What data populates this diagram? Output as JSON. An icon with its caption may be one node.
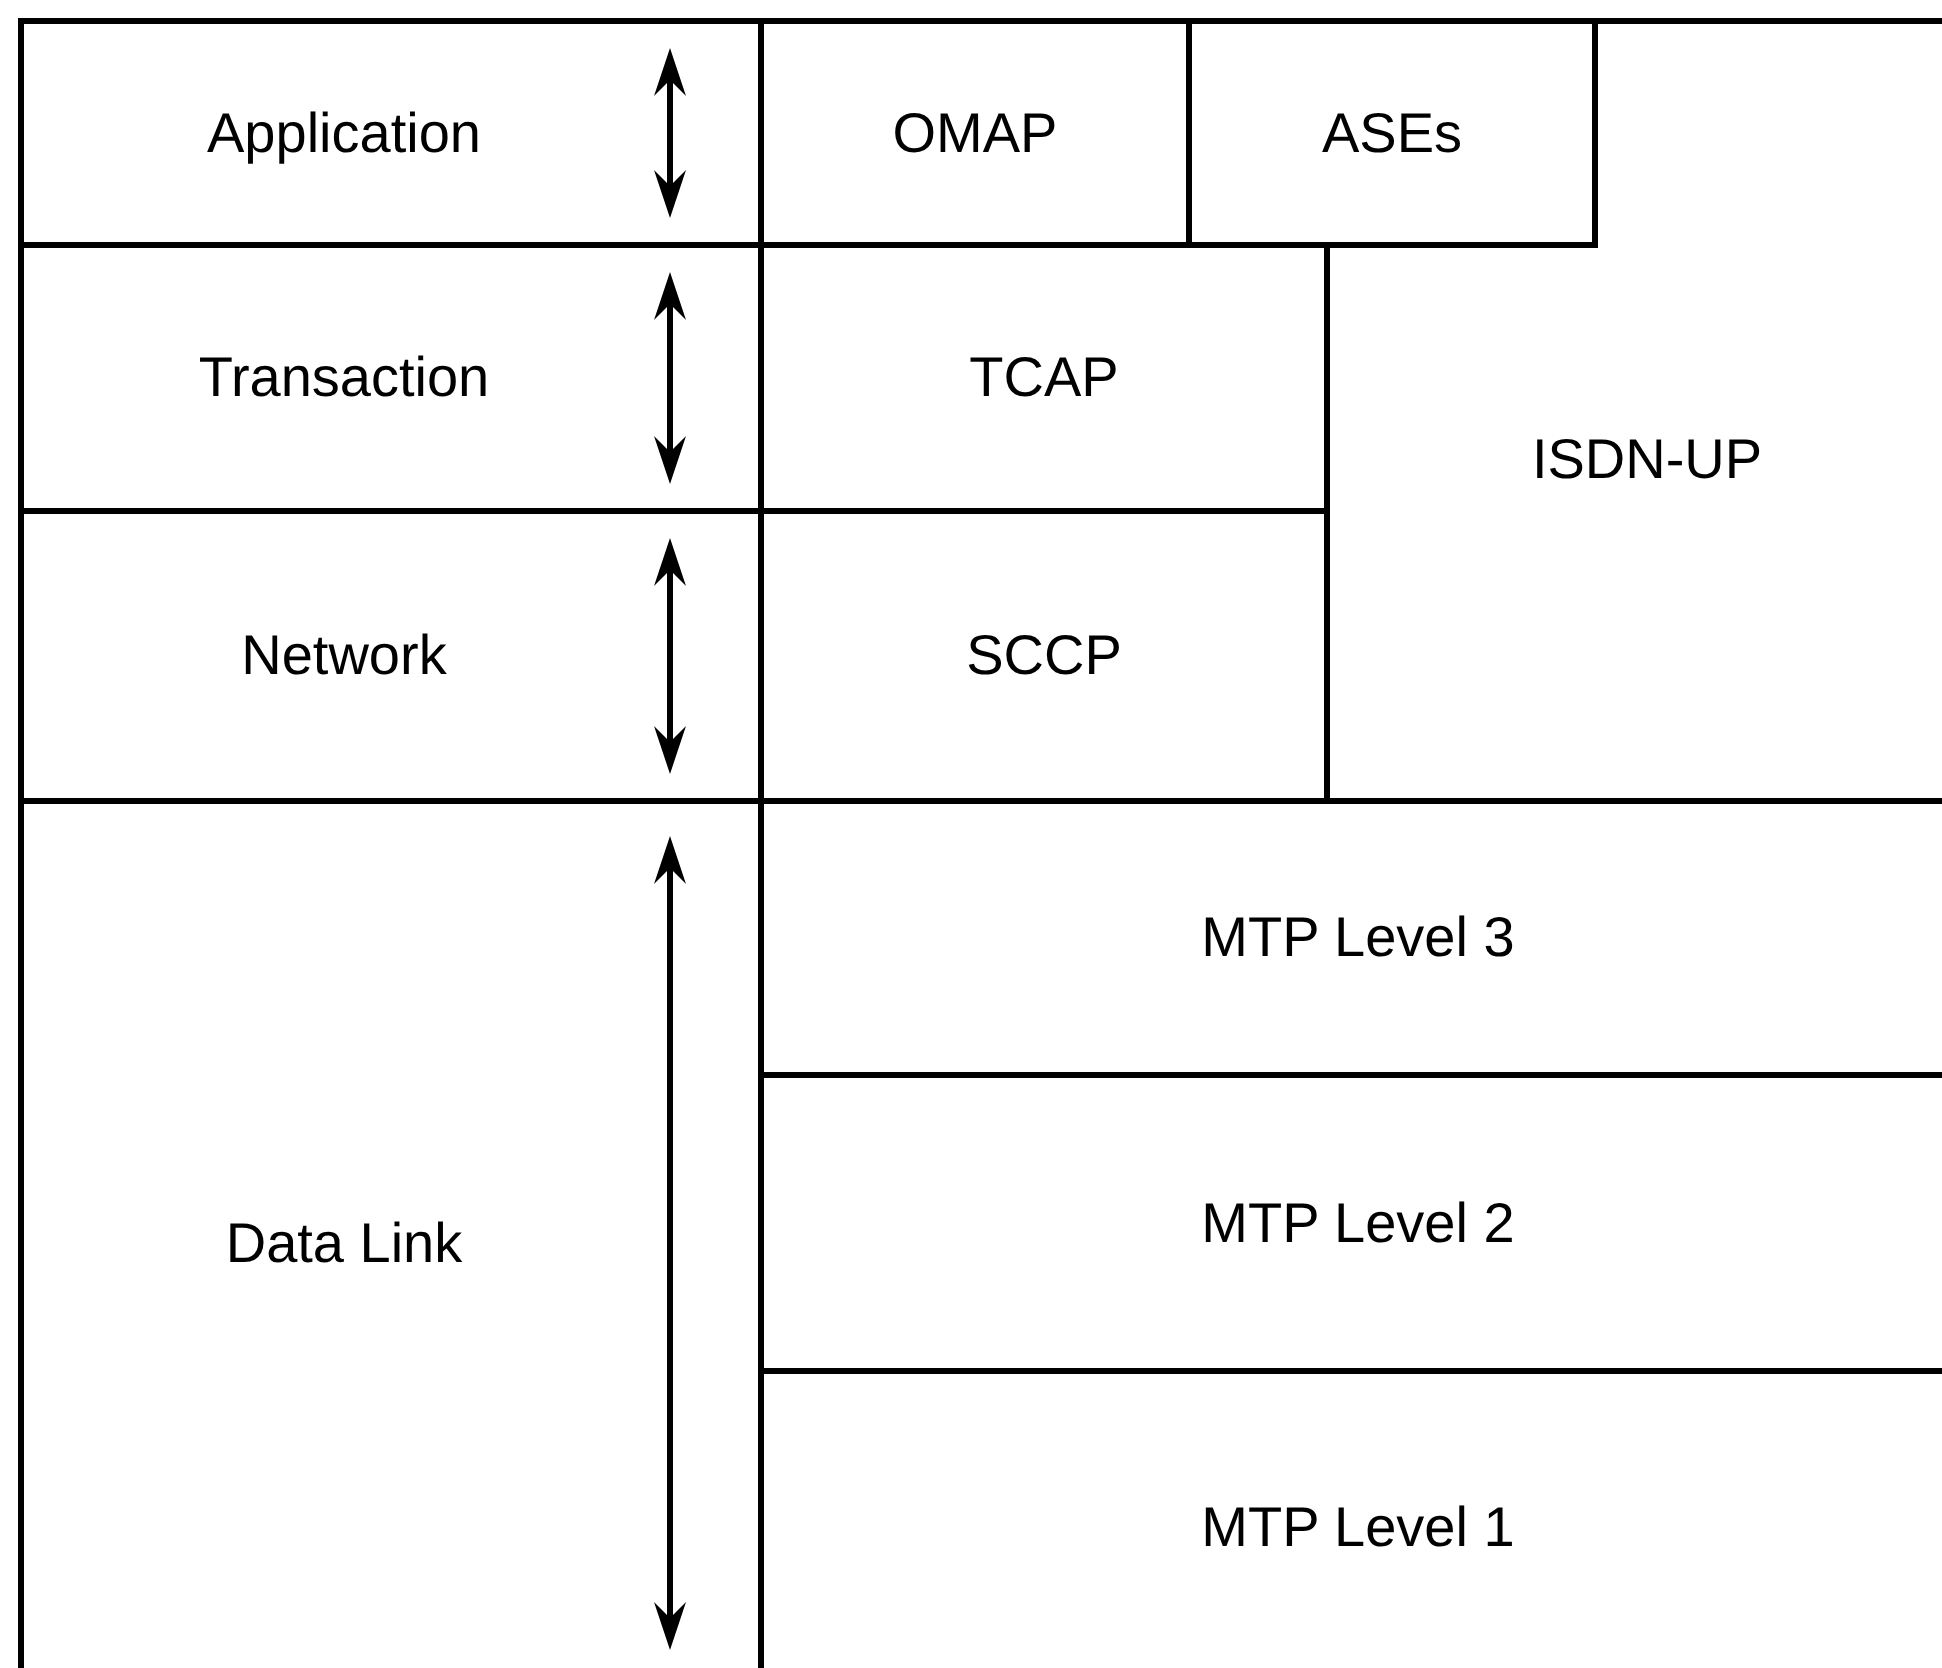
{
  "diagram": {
    "nodes": [
      {
        "text": [
          "Application"
        ]
      },
      {
        "text": [
          "Transaction"
        ]
      },
      {
        "text": [
          "Network"
        ]
      },
      {
        "text": [
          "Data Link"
        ]
      },
      {
        "text": [
          "OMAP"
        ]
      },
      {
        "text": [
          "ASEs"
        ]
      },
      {
        "text": [
          "TCAP"
        ]
      },
      {
        "text": [
          "SCCP"
        ]
      },
      {
        "text": [
          "ISDN-UP"
        ]
      },
      {
        "text": [
          "MTP Level 3"
        ]
      },
      {
        "text": [
          "MTP Level 2"
        ]
      },
      {
        "text": [
          "MTP Level 1"
        ]
      }
    ]
  }
}
